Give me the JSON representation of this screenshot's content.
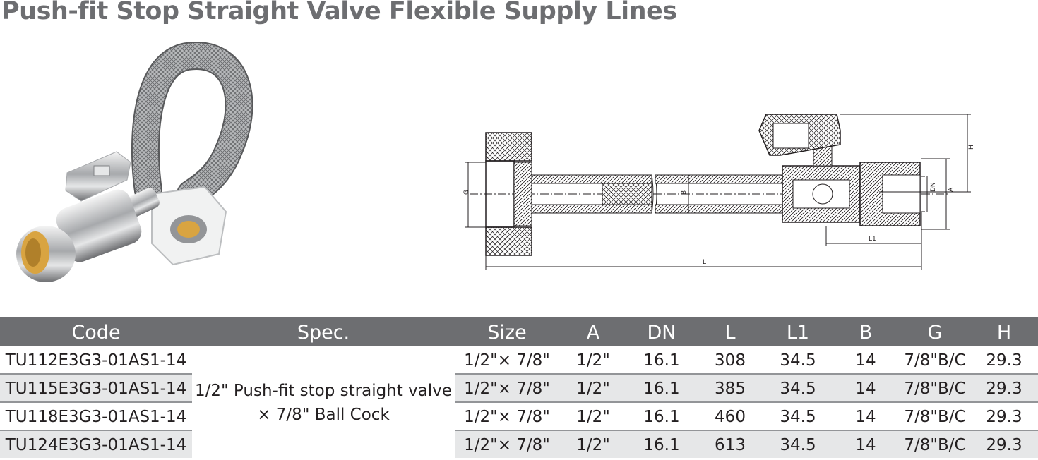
{
  "title": "Push-fit Stop Straight Valve Flexible Supply Lines",
  "drawing_labels": {
    "G": "G",
    "B": "B",
    "DN": "DN",
    "A": "A",
    "H": "H",
    "L1": "L1",
    "L": "L"
  },
  "table": {
    "headers": {
      "code": "Code",
      "spec": "Spec.",
      "size": "Size",
      "a": "A",
      "dn": "DN",
      "l": "L",
      "l1": "L1",
      "b": "B",
      "g": "G",
      "h": "H"
    },
    "spec_line1": "1/2\" Push-fit stop straight valve",
    "spec_line2": "× 7/8\" Ball Cock",
    "rows": [
      {
        "code": "TU112E3G3-01AS1-14",
        "size": "1/2\"× 7/8\"",
        "a": "1/2\"",
        "dn": "16.1",
        "l": "308",
        "l1": "34.5",
        "b": "14",
        "g": "7/8\"B/C",
        "h": "29.3"
      },
      {
        "code": "TU115E3G3-01AS1-14",
        "size": "1/2\"× 7/8\"",
        "a": "1/2\"",
        "dn": "16.1",
        "l": "385",
        "l1": "34.5",
        "b": "14",
        "g": "7/8\"B/C",
        "h": "29.3"
      },
      {
        "code": "TU118E3G3-01AS1-14",
        "size": "1/2\"× 7/8\"",
        "a": "1/2\"",
        "dn": "16.1",
        "l": "460",
        "l1": "34.5",
        "b": "14",
        "g": "7/8\"B/C",
        "h": "29.3"
      },
      {
        "code": "TU124E3G3-01AS1-14",
        "size": "1/2\"× 7/8\"",
        "a": "1/2\"",
        "dn": "16.1",
        "l": "613",
        "l1": "34.5",
        "b": "14",
        "g": "7/8\"B/C",
        "h": "29.3"
      }
    ]
  },
  "colors": {
    "title_gray": "#6d6e71",
    "header_bg": "#6d6e71",
    "row_shade": "#e6e7e8",
    "brass": "#d9a441"
  }
}
